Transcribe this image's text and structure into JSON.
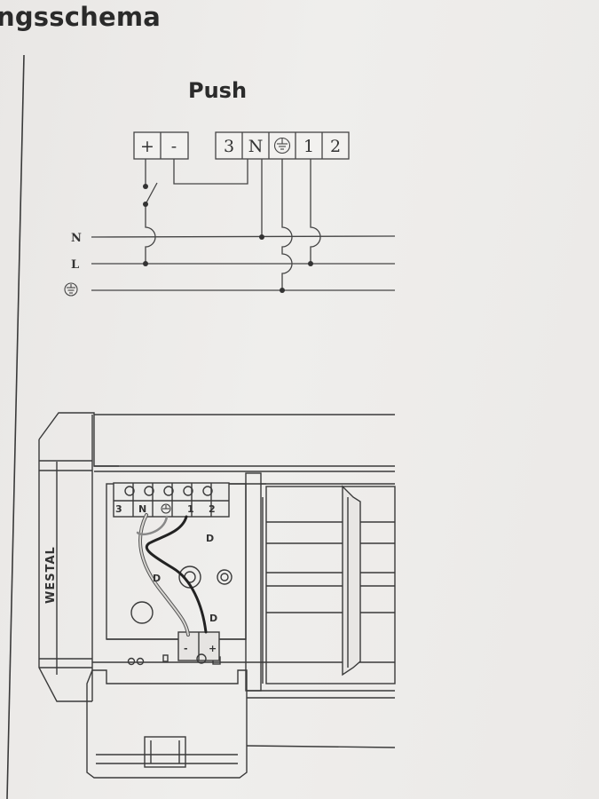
{
  "page": {
    "title": "ngsschema"
  },
  "schematic": {
    "heading": "Push",
    "switch_terminals": [
      "+",
      "-"
    ],
    "main_terminals": [
      "3",
      "N",
      "⏚",
      "1",
      "2"
    ],
    "lines": [
      "N",
      "L",
      "⏚"
    ]
  },
  "device": {
    "brand": "WESTAL",
    "terminal_labels": [
      "3",
      "N",
      "⏚",
      "1",
      "2"
    ],
    "push_block_labels": [
      "-",
      "+"
    ],
    "marks": [
      "D",
      "D",
      "D"
    ]
  }
}
